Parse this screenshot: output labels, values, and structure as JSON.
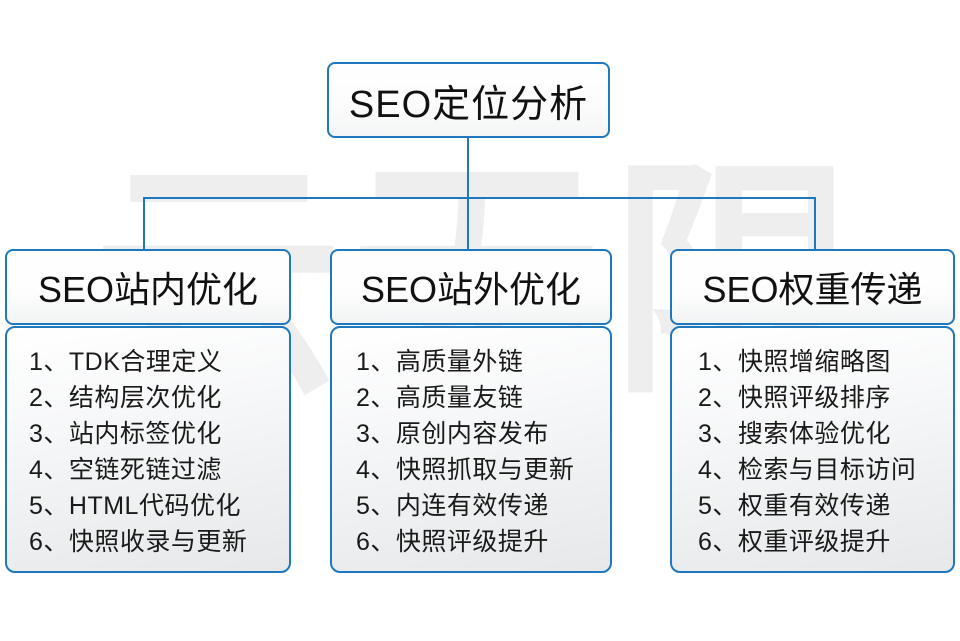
{
  "diagram": {
    "watermark": "云无限",
    "accent_color": "#1f78be",
    "text_color": "#111111",
    "root": {
      "label": "SEO定位分析"
    },
    "columns": [
      {
        "header": "SEO站内优化",
        "items": [
          "1、TDK合理定义",
          "2、结构层次优化",
          "3、站内标签优化",
          "4、空链死链过滤",
          "5、HTML代码优化",
          "6、快照收录与更新"
        ]
      },
      {
        "header": "SEO站外优化",
        "items": [
          "1、高质量外链",
          "2、高质量友链",
          "3、原创内容发布",
          "4、快照抓取与更新",
          "5、内连有效传递",
          "6、快照评级提升"
        ]
      },
      {
        "header": "SEO权重传递",
        "items": [
          "1、快照增缩略图",
          "2、快照评级排序",
          "3、搜索体验优化",
          "4、检索与目标访问",
          "5、权重有效传递",
          "6、权重评级提升"
        ]
      }
    ]
  }
}
